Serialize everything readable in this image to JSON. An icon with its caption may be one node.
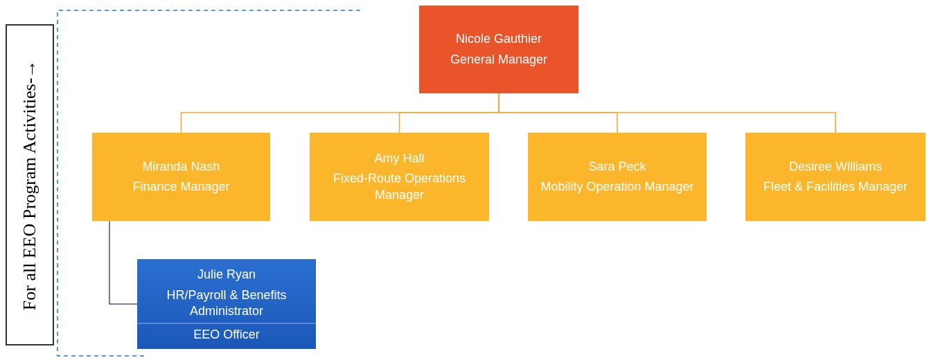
{
  "diagram": {
    "nodes": [
      {
        "text": [
          "Nicole Gauthier",
          "General Manager"
        ]
      },
      {
        "text": [
          "Miranda Nash",
          "Finance Manager"
        ]
      },
      {
        "text": [
          "Amy Hall",
          "Fixed-Route Operations Manager"
        ]
      },
      {
        "text": [
          "Sara Peck",
          "Mobility Operation Manager"
        ]
      },
      {
        "text": [
          "Desiree Williams",
          "Fleet & Facilities Manager"
        ]
      },
      {
        "text": [
          "Julie Ryan",
          "HR/Payroll & Benefits Administrator",
          "EEO Officer"
        ]
      },
      {
        "text": [
          "For all EEO Program Activities-→"
        ]
      }
    ],
    "edges": [
      {
        "from": 0,
        "to": 1,
        "arrow": "none"
      },
      {
        "from": 0,
        "to": 2,
        "arrow": "none"
      },
      {
        "from": 0,
        "to": 3,
        "arrow": "none"
      },
      {
        "from": 0,
        "to": 4,
        "arrow": "none"
      },
      {
        "from": 1,
        "to": 5,
        "arrow": "none",
        "color": "#4a55a8"
      }
    ]
  }
}
